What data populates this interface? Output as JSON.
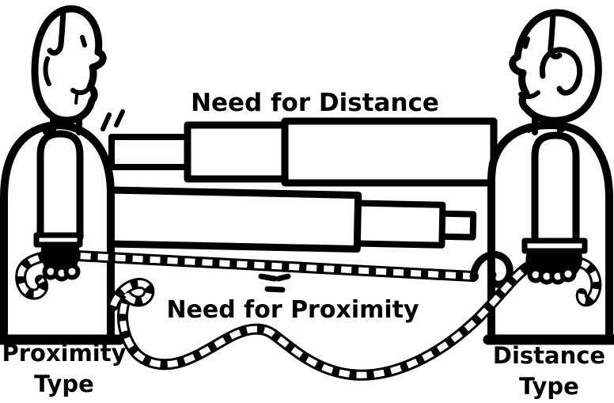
{
  "diagram": {
    "colors": {
      "ink": "#000000",
      "paper": "#ffffff"
    },
    "labels": {
      "need_for_distance": "Need for Distance",
      "need_for_proximity": "Need for Proximity",
      "proximity_type": {
        "line1": "Proximity",
        "line2": "Type"
      },
      "distance_type": {
        "line1": "Distance",
        "line2": "Type"
      }
    }
  }
}
